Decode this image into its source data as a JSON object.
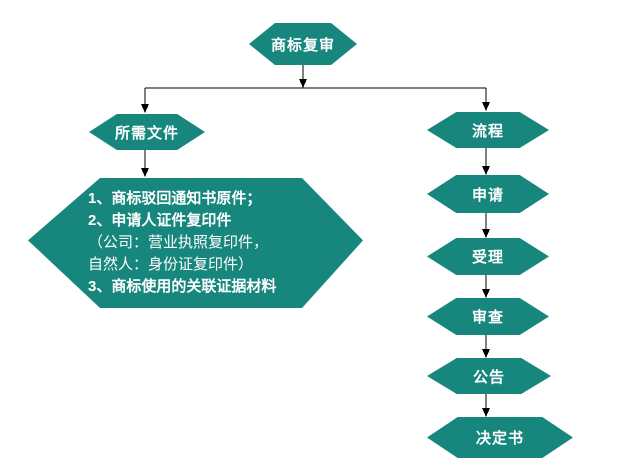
{
  "colors": {
    "hexagon_fill": "#17867D",
    "hexagon_text": "#FFFFFF",
    "connector": "#000000",
    "background": "#FFFFFF"
  },
  "flowchart": {
    "root": {
      "label": "商标复审"
    },
    "left_branch": {
      "label": "所需文件",
      "details_lines": [
        {
          "text": "1、商标驳回通知书原件；",
          "bold": true
        },
        {
          "text": "2、申请人证件复印件",
          "bold": true
        },
        {
          "text": "（公司：营业执照复印件，",
          "bold": false
        },
        {
          "text": "自然人：身份证复印件）",
          "bold": false
        },
        {
          "text": "3、商标使用的关联证据材料",
          "bold": true
        }
      ]
    },
    "right_branch": {
      "label": "流程",
      "steps": [
        {
          "label": "申请"
        },
        {
          "label": "受理"
        },
        {
          "label": "审查"
        },
        {
          "label": "公告"
        },
        {
          "label": "决定书"
        }
      ]
    }
  }
}
